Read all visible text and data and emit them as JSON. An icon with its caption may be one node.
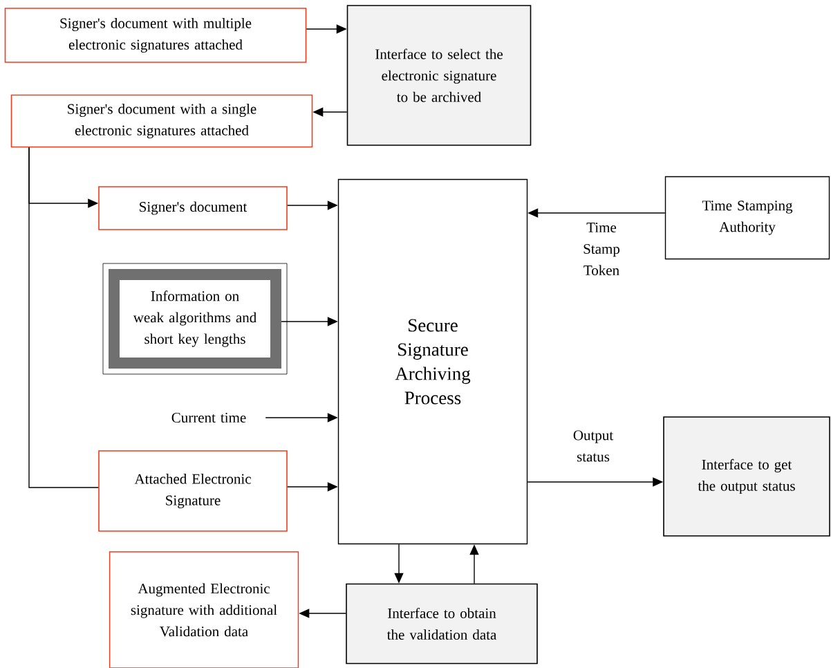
{
  "diagram": {
    "nodes": [
      {
        "text": [
          "Signer's document with multiple electronic signatures attached"
        ]
      },
      {
        "text": [
          "Interface to select the electronic signature to be archived"
        ]
      },
      {
        "text": [
          "Signer's document with a single electronic signatures attached"
        ]
      },
      {
        "text": [
          "Signer's document"
        ]
      },
      {
        "text": [
          "Information on weak algorithms and short key lengths"
        ]
      },
      {
        "text": [
          "Secure Signature Archiving Process"
        ]
      },
      {
        "text": [
          "Time Stamping Authority"
        ]
      },
      {
        "text": [
          "Current time"
        ]
      },
      {
        "text": [
          "Attached Electronic Signature"
        ]
      },
      {
        "text": [
          "Interface to get the output status"
        ]
      },
      {
        "text": [
          "Augmented Electronic signature with additional Validation data"
        ]
      },
      {
        "text": [
          "Interface to obtain the validation data"
        ]
      }
    ],
    "edges": [
      {
        "from": 0,
        "to": 1,
        "arrow": "to"
      },
      {
        "from": 1,
        "to": 2,
        "arrow": "to"
      },
      {
        "from": 2,
        "to": 3,
        "arrow": "to"
      },
      {
        "from": 2,
        "to": 8,
        "arrow": "none"
      },
      {
        "from": 3,
        "to": 5,
        "arrow": "to"
      },
      {
        "from": 4,
        "to": 5,
        "arrow": "to"
      },
      {
        "from": 7,
        "to": 5,
        "arrow": "to"
      },
      {
        "from": 8,
        "to": 5,
        "arrow": "to"
      },
      {
        "from": 6,
        "to": 5,
        "arrow": "to",
        "label": "Time Stamp Token"
      },
      {
        "from": 5,
        "to": 9,
        "arrow": "to",
        "label": "Output status"
      },
      {
        "from": 5,
        "to": 11,
        "arrow": "to"
      },
      {
        "from": 11,
        "to": 5,
        "arrow": "to"
      },
      {
        "from": 11,
        "to": 10,
        "arrow": "to"
      }
    ]
  }
}
